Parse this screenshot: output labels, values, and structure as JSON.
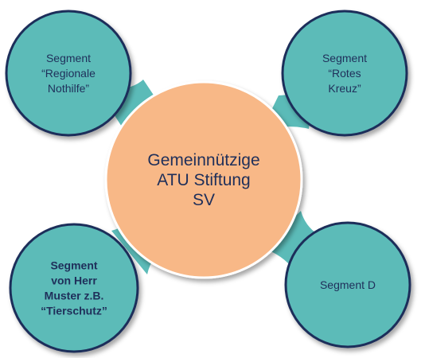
{
  "center": {
    "lines": [
      "Gemeinnützige",
      "ATU Stiftung",
      "SV"
    ]
  },
  "segments": [
    {
      "id": "top-left",
      "lines": [
        "Segment",
        "“Regionale",
        "Nothilfe”"
      ],
      "bold": false
    },
    {
      "id": "top-right",
      "lines": [
        "Segment",
        "“Rotes",
        "Kreuz”"
      ],
      "bold": false
    },
    {
      "id": "bottom-left",
      "lines": [
        "Segment",
        "von Herr",
        "Muster z.B.",
        "“Tierschutz”"
      ],
      "bold": true
    },
    {
      "id": "bottom-right",
      "lines": [
        "Segment D"
      ],
      "bold": false
    }
  ],
  "colors": {
    "center_fill": "#f8b887",
    "center_stroke": "#ffffff",
    "node_fill": "#5bbbb8",
    "node_stroke": "#1f2f5a",
    "connector": "#5bbbb8",
    "text": "#1f2f5a"
  }
}
